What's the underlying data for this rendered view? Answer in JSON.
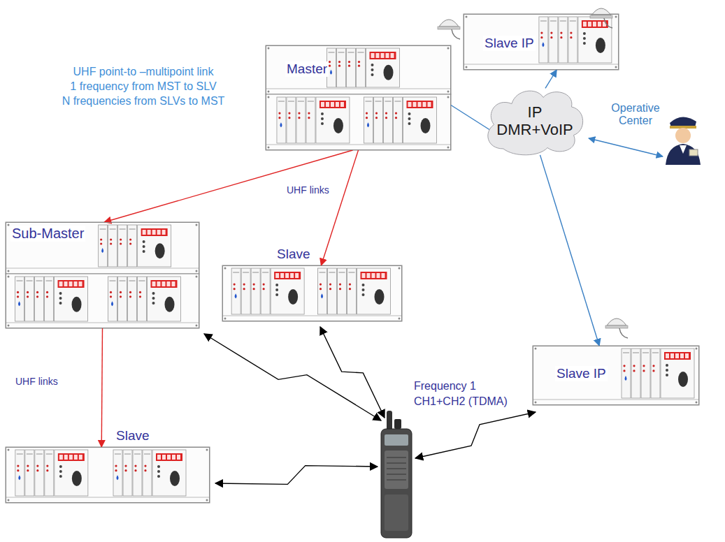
{
  "diagram": {
    "nodes": [
      {
        "text": [
          "Master"
        ]
      },
      {
        "text": [
          "Slave IP"
        ]
      },
      {
        "text": [
          "Sub-Master"
        ]
      },
      {
        "text": [
          "Slave"
        ]
      },
      {
        "text": [
          "IP DMR+VoIP"
        ]
      },
      {
        "text": [
          "Slave IP"
        ]
      },
      {
        "text": [
          "Slave"
        ]
      }
    ],
    "edges": [
      {
        "from": 0,
        "to": 2,
        "arrow": "to"
      },
      {
        "from": 0,
        "to": 3,
        "label": "UHF links",
        "arrow": "to"
      },
      {
        "from": 2,
        "to": 6,
        "label": "UHF links",
        "arrow": "to"
      },
      {
        "from": 0,
        "to": 4,
        "arrow": "to"
      },
      {
        "from": 4,
        "to": 1,
        "arrow": "to"
      },
      {
        "from": 4,
        "to": 5,
        "arrow": "to"
      }
    ],
    "labels": [
      "UHF point-to –multipoint link",
      "1 frequency from MST to SLV",
      "N frequencies from SLVs to MST",
      "Frequency 1",
      "CH1+CH2 (TDMA)",
      "Operative Center"
    ]
  }
}
